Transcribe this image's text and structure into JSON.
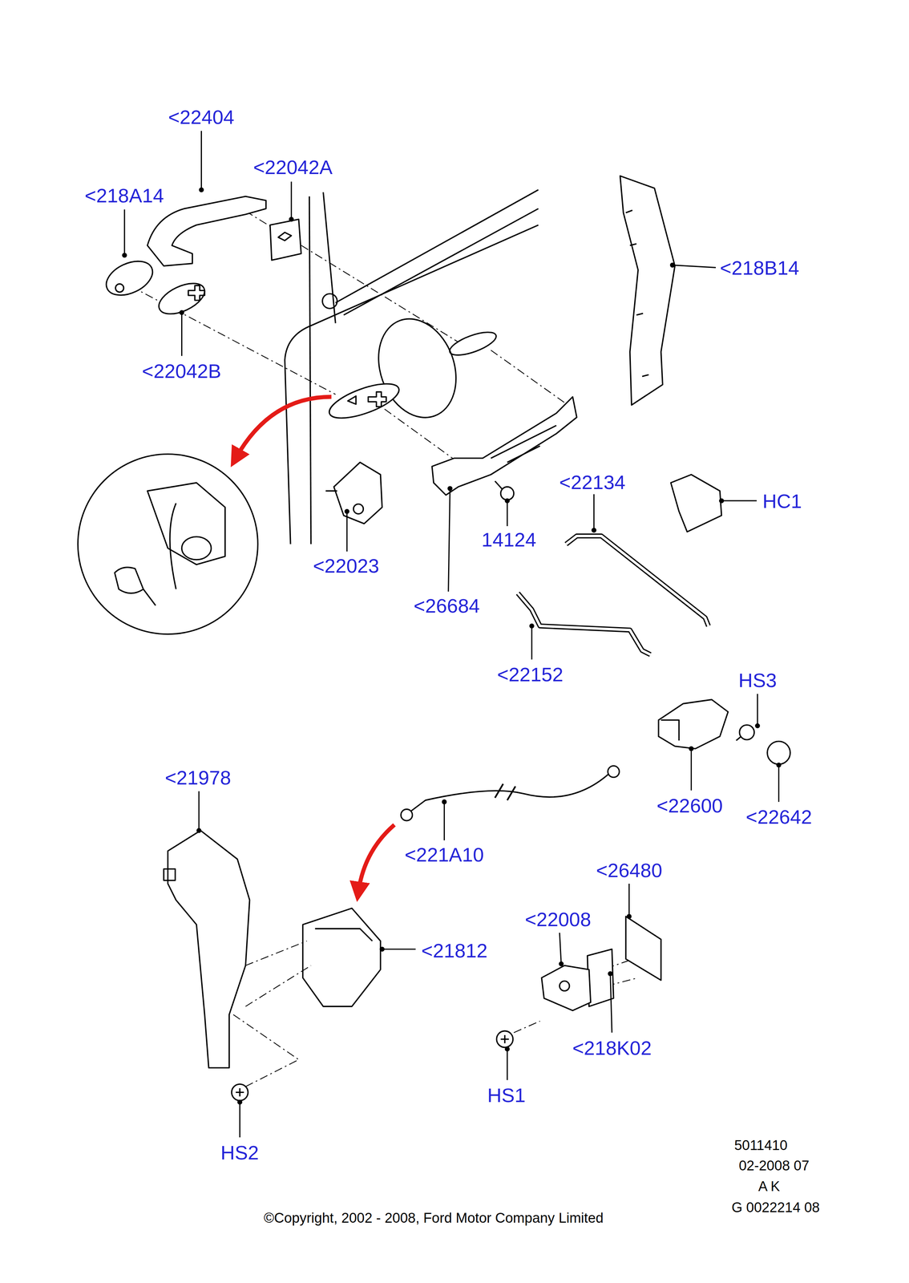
{
  "diagram": {
    "labels": [
      "<22404",
      "<22042A",
      "<218A14",
      "<218B14",
      "<22042B",
      "HC1",
      "<22134",
      "14124",
      "<22023",
      "<26684",
      "<22152",
      "HS3",
      "<22600",
      "<22642",
      "<21978",
      "<221A10",
      "<26480",
      "<22008",
      "<21812",
      "<218K02",
      "HS1",
      "HS2",
      "5011410",
      "02-2008 07",
      "A K",
      "G 0022214 08",
      "©Copyright, 2002 - 2008, Ford Motor Company Limited"
    ]
  }
}
